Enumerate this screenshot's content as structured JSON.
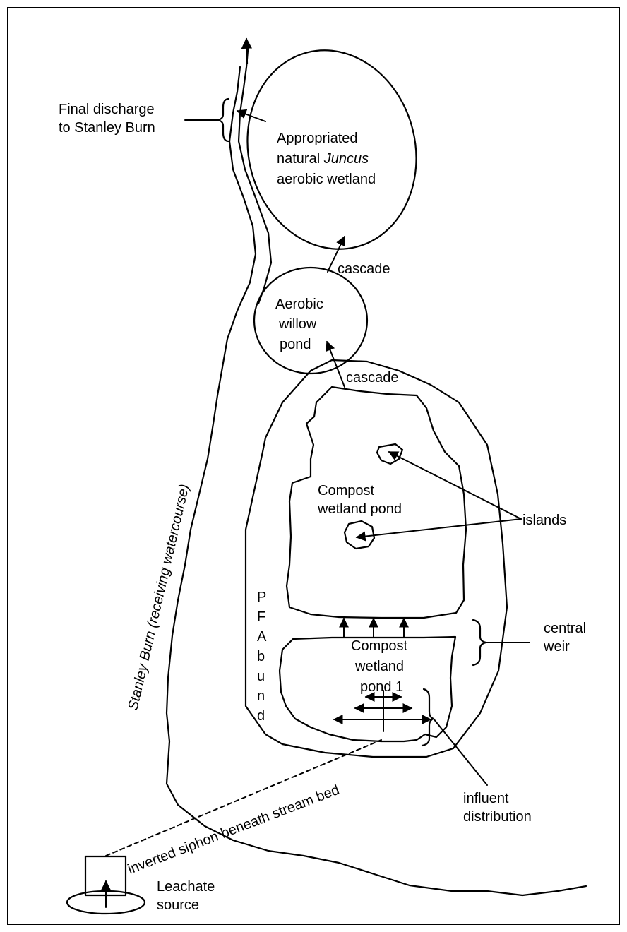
{
  "labels": {
    "final_discharge_1": "Final discharge",
    "final_discharge_2": "to Stanley Burn",
    "appropriated_1": "Appropriated",
    "appropriated_2a": "natural ",
    "appropriated_2b": "Juncus",
    "appropriated_3": "aerobic wetland",
    "cascade_top": "cascade",
    "aerobic_1": "Aerobic",
    "aerobic_2": "willow",
    "aerobic_3": "pond",
    "cascade_mid": "cascade",
    "compost_pond_1": "Compost",
    "compost_pond_2": "wetland pond",
    "islands": "islands",
    "central_weir_1": "central",
    "central_weir_2": "weir",
    "pfa_bund": [
      "P",
      "F",
      "A",
      "b",
      "u",
      "n",
      "d"
    ],
    "compost_pond1_1": "Compost",
    "compost_pond1_2": "wetland",
    "compost_pond1_3": "pond 1",
    "stanley_burn": "Stanley Burn (receiving watercourse)",
    "siphon": "inverted siphon beneath stream bed",
    "influent_1": "influent",
    "influent_2": "distribution",
    "leachate_1": "Leachate",
    "leachate_2": "source"
  }
}
